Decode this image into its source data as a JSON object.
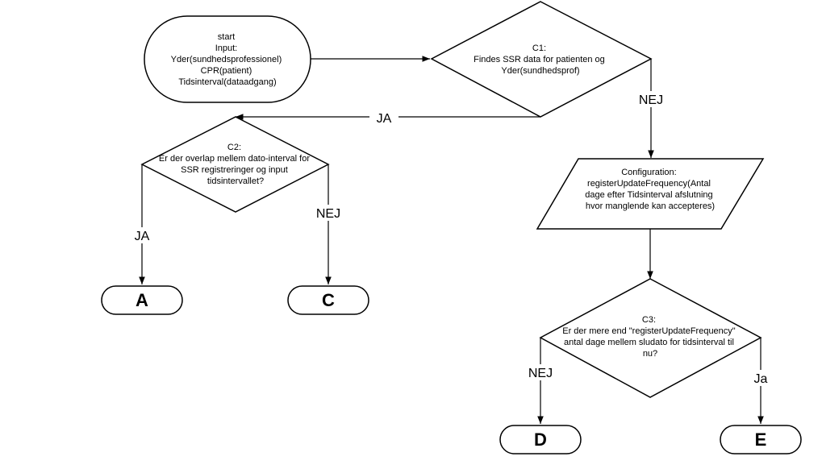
{
  "nodes": {
    "start": {
      "lines": [
        "start",
        "Input:",
        "Yder(sundhedsprofessionel)",
        "CPR(patient)",
        "Tidsinterval(dataadgang)"
      ]
    },
    "c1": {
      "lines": [
        "C1:",
        "Findes SSR data for patienten og",
        "Yder(sundhedsprof)"
      ]
    },
    "c2": {
      "lines": [
        "C2:",
        "Er der overlap mellem dato-interval for",
        "SSR registreringer og input",
        "tidsintervallet?"
      ]
    },
    "config": {
      "lines": [
        "Configuration:",
        "registerUpdateFrequency(Antal",
        "dage efter Tidsinterval afslutning",
        "hvor manglende kan accepteres)"
      ]
    },
    "c3": {
      "lines": [
        "C3:",
        "Er der mere end \"registerUpdateFrequency\"",
        "antal dage mellem sludato for tidsinterval til",
        "nu?"
      ]
    },
    "term_a": {
      "label": "A"
    },
    "term_c": {
      "label": "C"
    },
    "term_d": {
      "label": "D"
    },
    "term_e": {
      "label": "E"
    }
  },
  "edges": {
    "c1_ja": "JA",
    "c1_nej": "NEJ",
    "c2_ja": "JA",
    "c2_nej": "NEJ",
    "c3_nej": "NEJ",
    "c3_ja": "Ja"
  }
}
